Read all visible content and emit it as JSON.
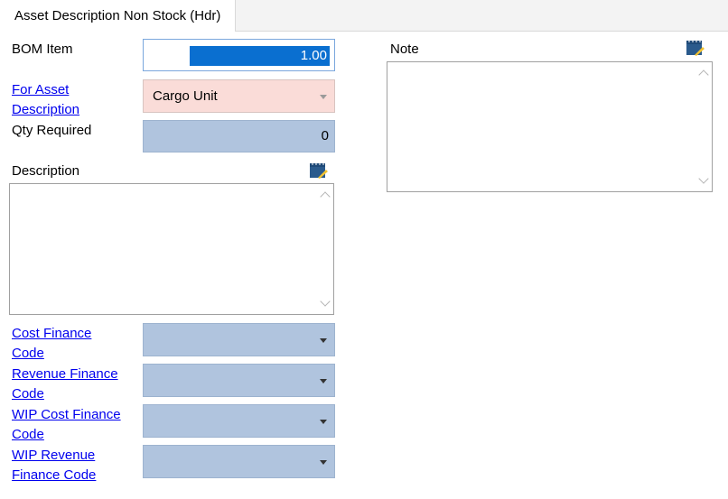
{
  "tab": {
    "label": "Asset Description Non Stock (Hdr)"
  },
  "form": {
    "bom_item": {
      "label": "BOM Item",
      "value": "1.00"
    },
    "for_asset_description": {
      "label_line1": "For Asset",
      "label_line2": "Description",
      "value": "Cargo Unit"
    },
    "qty_required": {
      "label": "Qty Required",
      "value": "0"
    },
    "description": {
      "label": "Description",
      "value": ""
    },
    "note": {
      "label": "Note",
      "value": ""
    },
    "cost_finance_code": {
      "label_line1": "Cost Finance",
      "label_line2": "Code",
      "value": ""
    },
    "revenue_finance_code": {
      "label_line1": "Revenue Finance",
      "label_line2": "Code",
      "value": ""
    },
    "wip_cost_finance_code": {
      "label_line1": "WIP Cost Finance",
      "label_line2": "Code",
      "value": ""
    },
    "wip_revenue_finance_code": {
      "label_line1": "WIP Revenue",
      "label_line2": "Finance Code",
      "value": ""
    }
  },
  "icons": {
    "notepad": "notepad-edit-icon",
    "dropdown": "chevron-down-icon"
  },
  "colors": {
    "link": "#0000ee",
    "readonly_field": "#b0c4de",
    "required_field": "#fadcd8",
    "selection": "#0a6fd0"
  }
}
